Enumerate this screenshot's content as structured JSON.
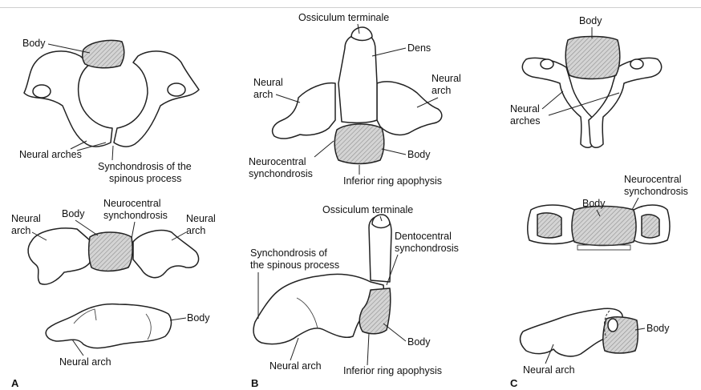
{
  "panels": {
    "a": {
      "letter": "A",
      "labels": {
        "body_top": "Body",
        "neural_arches": "Neural arches",
        "synch_spinous_1": "Synchondrosis of the",
        "synch_spinous_2": "spinous process",
        "neural_arch_left_1": "Neural",
        "neural_arch_left_2": "arch",
        "body_mid": "Body",
        "neurocentral_1": "Neurocentral",
        "neurocentral_2": "synchondrosis",
        "neural_arch_right_1": "Neural",
        "neural_arch_right_2": "arch",
        "body_lateral": "Body",
        "neural_arch_lateral": "Neural arch"
      }
    },
    "b": {
      "letter": "B",
      "labels": {
        "ossiculum_top": "Ossiculum terminale",
        "dens": "Dens",
        "neural_arch_left_1": "Neural",
        "neural_arch_left_2": "arch",
        "neural_arch_right_1": "Neural",
        "neural_arch_right_2": "arch",
        "neurocentral_1": "Neurocentral",
        "neurocentral_2": "synchondrosis",
        "body": "Body",
        "inferior_ring_top": "Inferior ring apophysis",
        "ossiculum_bottom": "Ossiculum terminale",
        "synch_spinous_1": "Synchondrosis of",
        "synch_spinous_2": "the spinous process",
        "dentocentral_1": "Dentocentral",
        "dentocentral_2": "synchondrosis",
        "body_lateral": "Body",
        "neural_arch_lateral": "Neural arch",
        "inferior_ring_bottom": "Inferior ring apophysis"
      }
    },
    "c": {
      "letter": "C",
      "labels": {
        "body_top": "Body",
        "neural_arches_1": "Neural",
        "neural_arches_2": "arches",
        "neurocentral_1": "Neurocentral",
        "neurocentral_2": "synchondrosis",
        "body_mid": "Body",
        "body_lateral": "Body",
        "neural_arch_lateral": "Neural arch"
      }
    }
  }
}
